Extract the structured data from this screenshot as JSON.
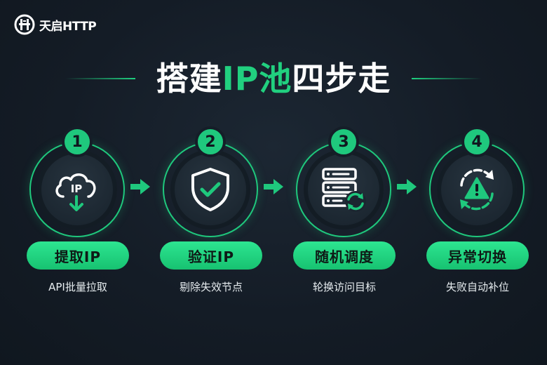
{
  "brand": {
    "logo_icon": "tianqi-logo-icon",
    "name": "天启HTTP"
  },
  "title": {
    "part1": "搭建",
    "highlight": "IP池",
    "part2": "四步走"
  },
  "colors": {
    "accent": "#1fc87d",
    "background": "#141c26",
    "pill_text": "#0e1a16"
  },
  "steps": [
    {
      "number": "1",
      "icon": "cloud-ip-download-icon",
      "icon_text": "IP",
      "label": "提取IP",
      "description": "API批量拉取"
    },
    {
      "number": "2",
      "icon": "shield-check-icon",
      "label": "验证IP",
      "description": "剔除失效节点"
    },
    {
      "number": "3",
      "icon": "server-rotate-icon",
      "label": "随机调度",
      "description": "轮换访问目标"
    },
    {
      "number": "4",
      "icon": "warning-refresh-icon",
      "label": "异常切换",
      "description": "失败自动补位"
    }
  ]
}
